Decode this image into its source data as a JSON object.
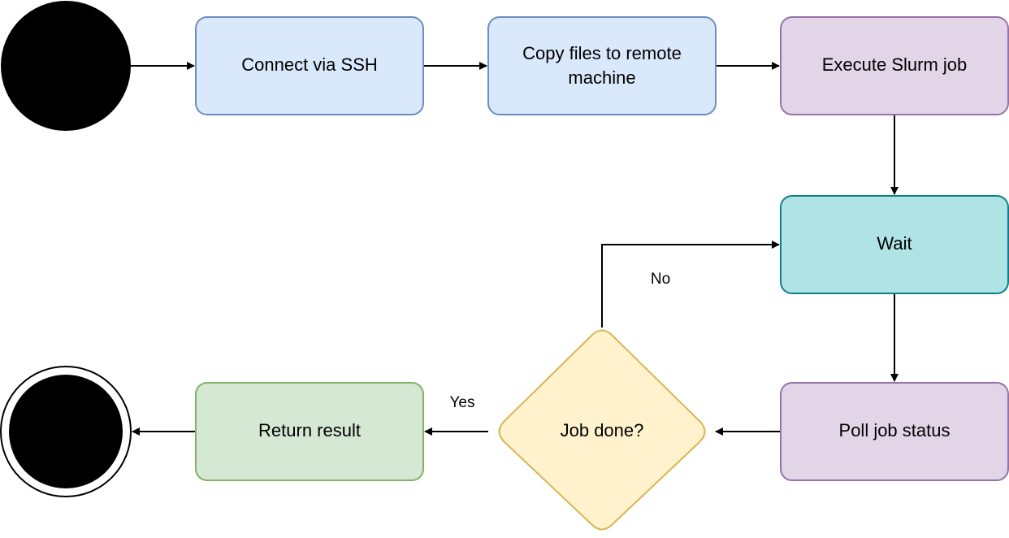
{
  "nodes": {
    "connect_ssh": {
      "label": "Connect via SSH",
      "fill": "#dae8fc",
      "stroke": "#6c8ebf"
    },
    "copy_files": {
      "label_line1": "Copy files to remote",
      "label_line2": "machine",
      "fill": "#dae8fc",
      "stroke": "#6c8ebf"
    },
    "execute_slurm": {
      "label": "Execute Slurm job",
      "fill": "#e1d5e7",
      "stroke": "#9673a6"
    },
    "wait": {
      "label": "Wait",
      "fill": "#b0e3e6",
      "stroke": "#0e8088"
    },
    "poll_status": {
      "label": "Poll job status",
      "fill": "#e1d5e7",
      "stroke": "#9673a6"
    },
    "job_done": {
      "label": "Job done?",
      "fill": "#fff2cc",
      "stroke": "#d6b656"
    },
    "return_result": {
      "label": "Return result",
      "fill": "#d5e8d4",
      "stroke": "#82b366"
    }
  },
  "edges": {
    "no_label": "No",
    "yes_label": "Yes"
  },
  "colors": {
    "terminal": "#000000",
    "edge": "#000000"
  }
}
